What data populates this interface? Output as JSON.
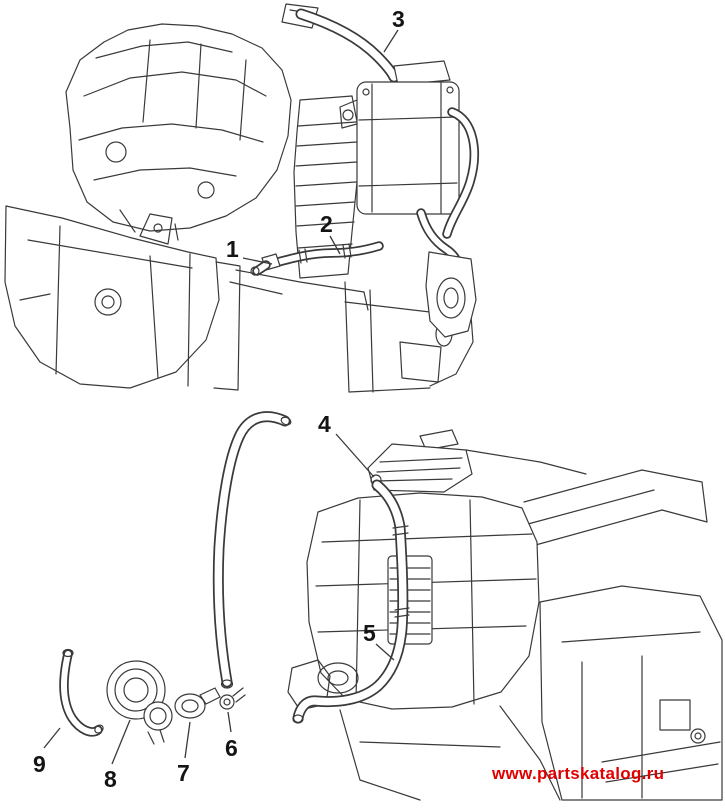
{
  "colors": {
    "line": "#3a3a3a",
    "callout": "#141414",
    "watermark": "#e00000"
  },
  "diagram": {
    "callouts": [
      {
        "label": "1"
      },
      {
        "label": "2"
      },
      {
        "label": "3"
      },
      {
        "label": "4"
      },
      {
        "label": "5"
      },
      {
        "label": "6"
      },
      {
        "label": "7"
      },
      {
        "label": "8"
      },
      {
        "label": "9"
      }
    ],
    "watermark": {
      "text": "www.partskatalog.ru"
    }
  }
}
